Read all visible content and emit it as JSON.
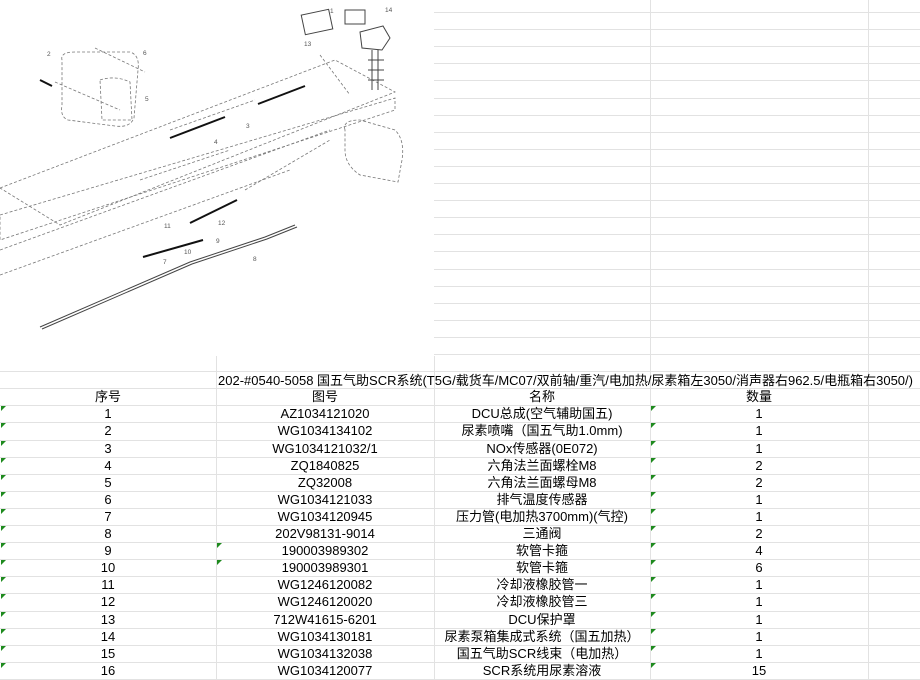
{
  "sheet": {
    "title": "202-#0540-5058 国五气助SCR系统(T5G/载货车/MC07/双前轴/重汽/电加热/尿素箱左3050/消声器右962.5/电瓶箱右3050/)",
    "headers": {
      "index": "序号",
      "part_no": "图号",
      "name": "名称",
      "qty": "数量"
    },
    "rows": [
      {
        "index": "1",
        "part_no": "AZ1034121020",
        "name": "DCU总成(空气辅助国五)",
        "qty": "1"
      },
      {
        "index": "2",
        "part_no": "WG1034134102",
        "name": "尿素喷嘴（国五气助1.0mm)",
        "qty": "1"
      },
      {
        "index": "3",
        "part_no": "WG1034121032/1",
        "name": "NOx传感器(0E072)",
        "qty": "1"
      },
      {
        "index": "4",
        "part_no": "ZQ1840825",
        "name": "六角法兰面螺栓M8",
        "qty": "2"
      },
      {
        "index": "5",
        "part_no": "ZQ32008",
        "name": "六角法兰面螺母M8",
        "qty": "2"
      },
      {
        "index": "6",
        "part_no": "WG1034121033",
        "name": "排气温度传感器",
        "qty": "1"
      },
      {
        "index": "7",
        "part_no": "WG1034120945",
        "name": "压力管(电加热3700mm)(气控)",
        "qty": "1"
      },
      {
        "index": "8",
        "part_no": "202V98131-9014",
        "name": "三通阀",
        "qty": "2"
      },
      {
        "index": "9",
        "part_no": "190003989302",
        "name": "软管卡箍",
        "qty": "4"
      },
      {
        "index": "10",
        "part_no": "190003989301",
        "name": "软管卡箍",
        "qty": "6"
      },
      {
        "index": "11",
        "part_no": "WG1246120082",
        "name": "冷却液橡胶管一",
        "qty": "1"
      },
      {
        "index": "12",
        "part_no": "WG1246120020",
        "name": "冷却液橡胶管三",
        "qty": "1"
      },
      {
        "index": "13",
        "part_no": "712W41615-6201",
        "name": "DCU保护罩",
        "qty": "1"
      },
      {
        "index": "14",
        "part_no": "WG1034130181",
        "name": "尿素泵箱集成式系统（国五加热）",
        "qty": "1"
      },
      {
        "index": "15",
        "part_no": "WG1034132038",
        "name": "国五气助SCR线束（电加热）",
        "qty": "1"
      },
      {
        "index": "16",
        "part_no": "WG1034120077",
        "name": "SCR系统用尿素溶液",
        "qty": "15"
      }
    ],
    "text_marker_rows_col_b": [
      "9",
      "10"
    ]
  },
  "drawing": {
    "callouts": [
      "1",
      "2",
      "3",
      "4",
      "5",
      "6",
      "7",
      "8",
      "9",
      "10",
      "11",
      "12",
      "13",
      "14"
    ]
  },
  "colors": {
    "grid": "#e2e2e2",
    "marker": "#1e8a1e"
  }
}
